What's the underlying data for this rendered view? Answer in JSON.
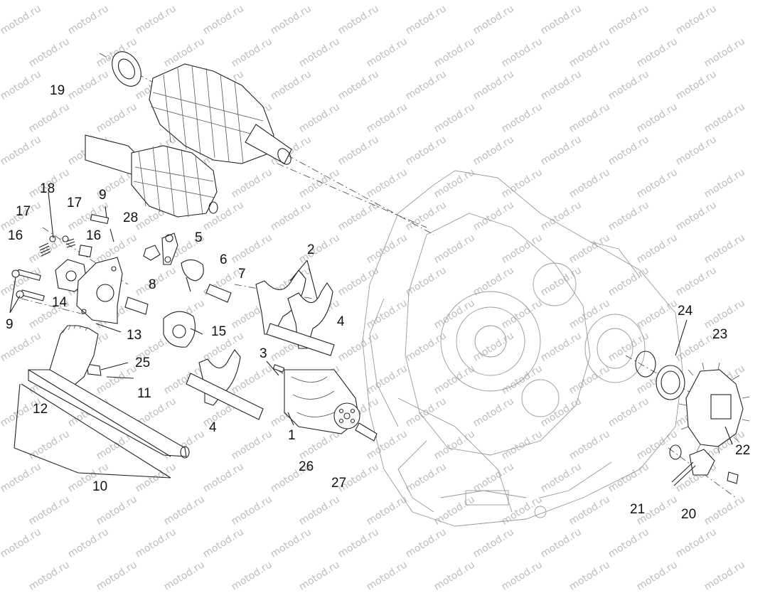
{
  "watermark": {
    "text": "motod.ru"
  },
  "callouts": {
    "c1": "1",
    "c2": "2",
    "c3": "3",
    "c4a": "4",
    "c4b": "4",
    "c5": "5",
    "c6": "6",
    "c7": "7",
    "c8": "8",
    "c9a": "9",
    "c9b": "9",
    "c10": "10",
    "c11": "11",
    "c12": "12",
    "c13": "13",
    "c14": "14",
    "c15": "15",
    "c16a": "16",
    "c16b": "16",
    "c17a": "17",
    "c17b": "17",
    "c18": "18",
    "c19": "19",
    "c20": "20",
    "c21": "21",
    "c22": "22",
    "c23": "23",
    "c24": "24",
    "c25": "25",
    "c26": "26",
    "c27": "27",
    "c28": "28"
  },
  "colors": {
    "line": "#222222",
    "watermark": "#bdbdbd",
    "background": "#ffffff"
  }
}
